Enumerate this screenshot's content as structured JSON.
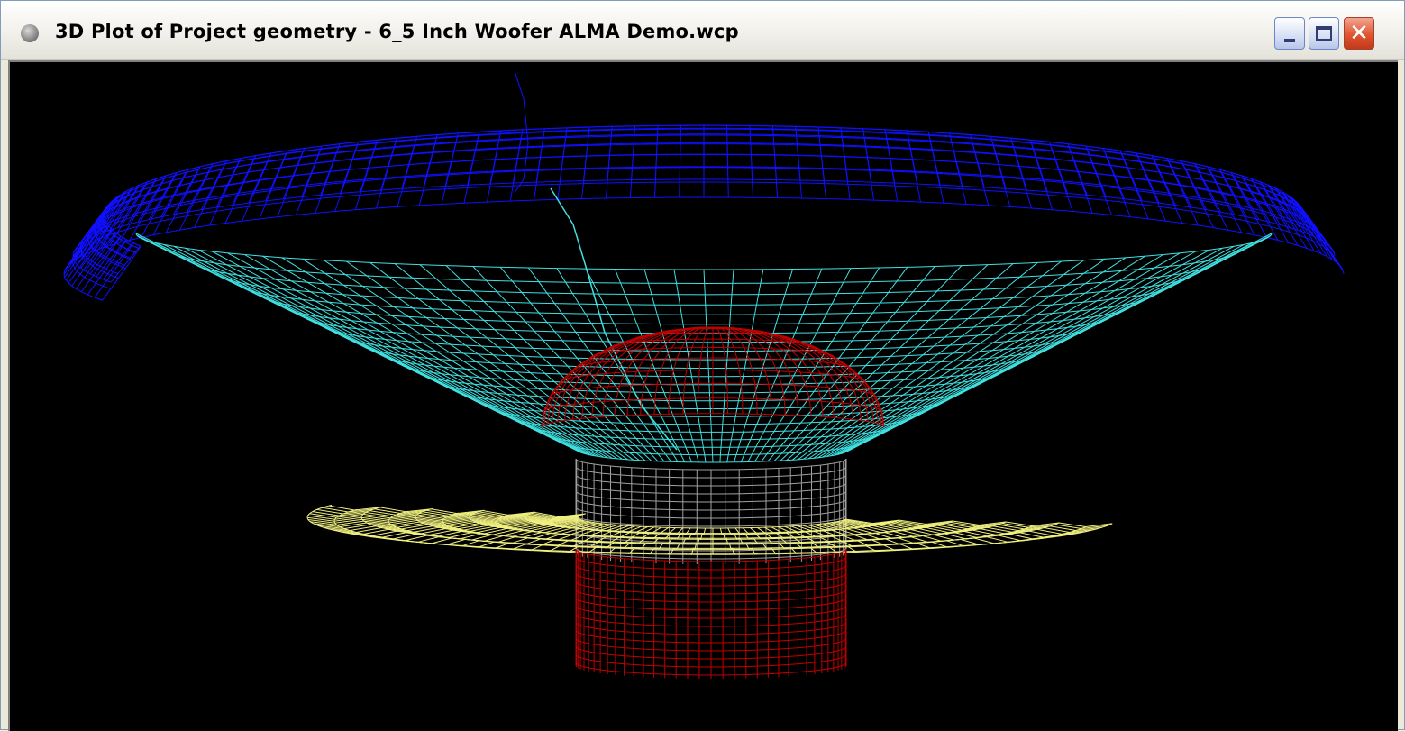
{
  "window": {
    "title": "3D Plot of Project geometry - 6_5 Inch Woofer ALMA Demo.wcp",
    "icon": "app-icon",
    "controls": {
      "minimize": "minimize-icon",
      "maximize": "maximize-icon",
      "close": "close-icon"
    },
    "close_glyph": "✕"
  },
  "plot": {
    "background": "#000000",
    "parts": [
      {
        "name": "surround",
        "color": "#1010ff"
      },
      {
        "name": "cone",
        "color": "#40e0e0"
      },
      {
        "name": "dust-cap",
        "color": "#c00000"
      },
      {
        "name": "voice-coil-former",
        "color": "#a0a0a0"
      },
      {
        "name": "spider",
        "color": "#f0f080"
      },
      {
        "name": "voice-coil",
        "color": "#c00000"
      }
    ]
  }
}
